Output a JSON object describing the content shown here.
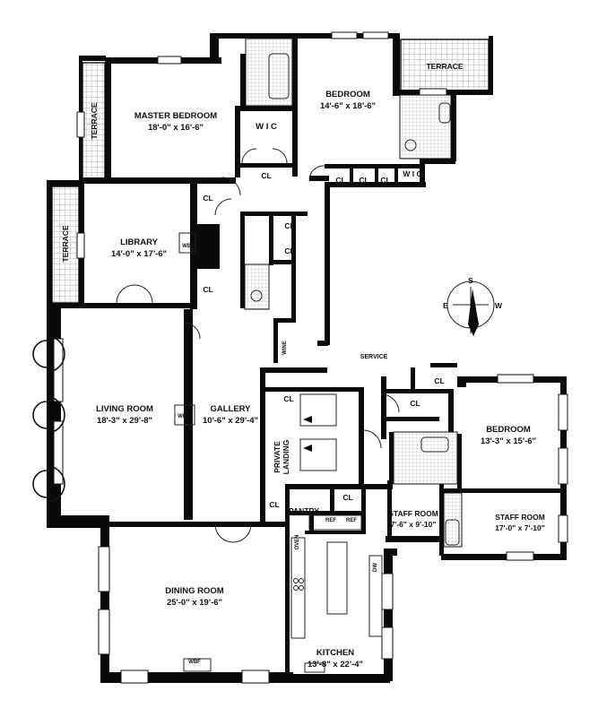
{
  "rooms": {
    "master_bedroom": {
      "name": "MASTER BEDROOM",
      "dims": "18'-0\" x 16'-6\""
    },
    "bedroom_north": {
      "name": "BEDROOM",
      "dims": "14'-6\" x 18'-6\""
    },
    "library": {
      "name": "LIBRARY",
      "dims": "14'-0\" x 17'-6\""
    },
    "living_room": {
      "name": "LIVING ROOM",
      "dims": "18'-3\" x 29'-8\""
    },
    "gallery": {
      "name": "GALLERY",
      "dims": "10'-6\" x 29'-4\""
    },
    "bedroom_east": {
      "name": "BEDROOM",
      "dims": "13'-3\" x 15'-6\""
    },
    "staff_room_1": {
      "name": "STAFF ROOM",
      "dims": "7'-6\" x 9'-10\""
    },
    "staff_room_2": {
      "name": "STAFF ROOM",
      "dims": "17'-0\" x 7'-10\""
    },
    "dining_room": {
      "name": "DINING ROOM",
      "dims": "25'-0\" x 19'-6\""
    },
    "kitchen": {
      "name": "KITCHEN",
      "dims": "13'-8\" x 22'-4\""
    }
  },
  "labels": {
    "terrace": "TERRACE",
    "wic": "W I C",
    "cl": "CL",
    "wbf": "WBF",
    "wine": "WINE",
    "service": "SERVICE",
    "pantry": "PANTRY",
    "private_landing": [
      "PRIVATE",
      "LANDING"
    ],
    "ref": "REF",
    "oven": "OVEN",
    "dw": "DW"
  },
  "compass": {
    "north_letter": "S",
    "east_letter": "E",
    "west_letter": "W"
  }
}
